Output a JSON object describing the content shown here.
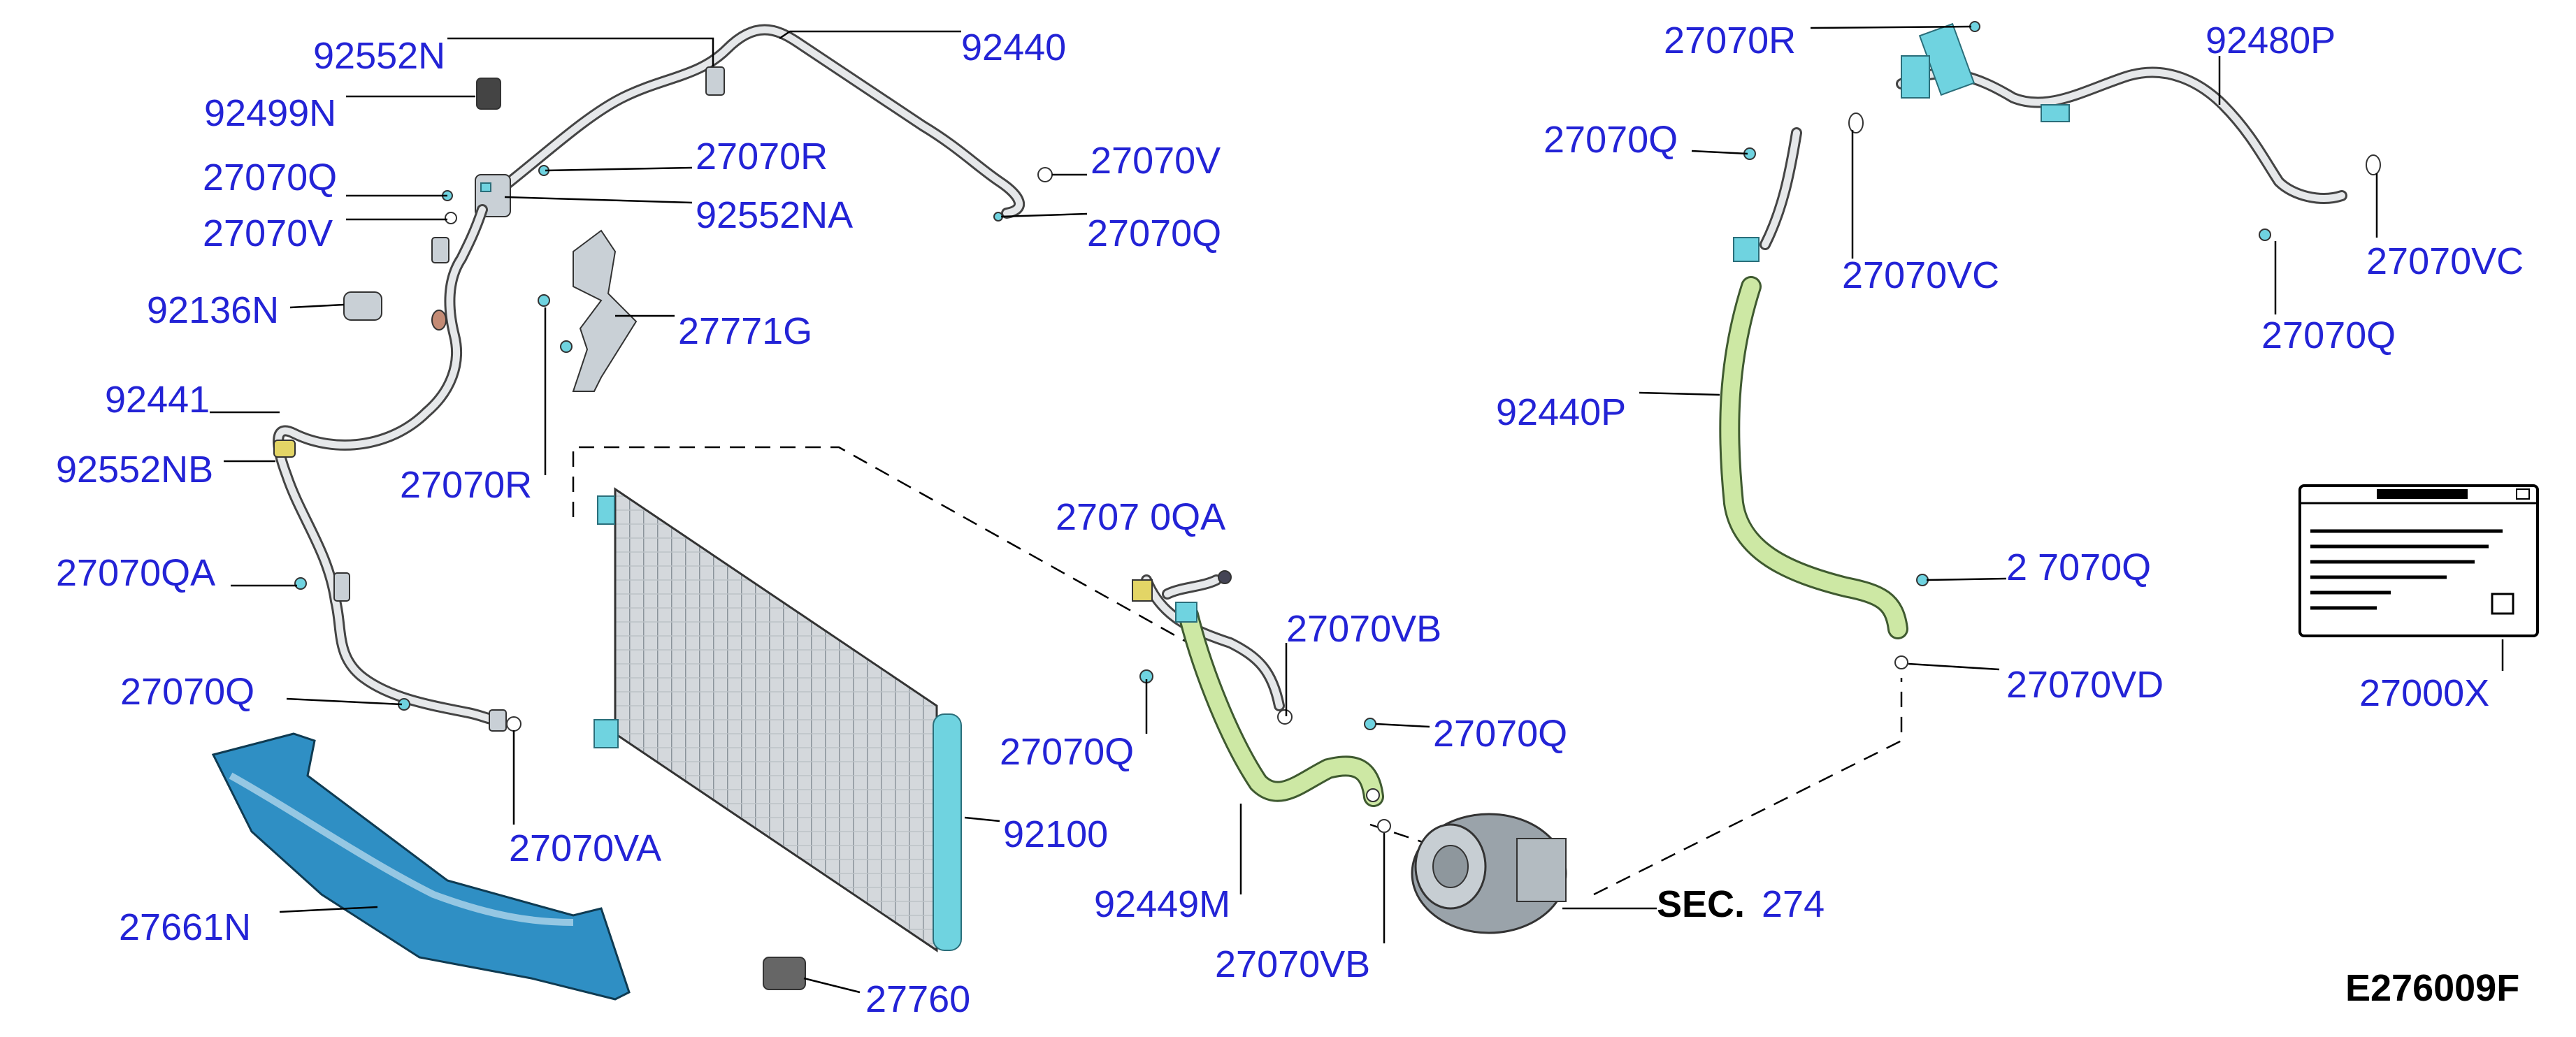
{
  "diagram": {
    "ref_code": "E276009F",
    "sec_prefix": "SEC.",
    "sec_number": "274",
    "labels": {
      "l_92552N": "92552N",
      "l_92440": "92440",
      "l_92499N": "92499N",
      "l_27070R_a": "27070R",
      "l_27070Q_a": "27070Q",
      "l_27070V_a": "27070V",
      "l_92552NA": "92552NA",
      "l_27070V_b": "27070V",
      "l_27070Q_b": "27070Q",
      "l_92136N": "92136N",
      "l_27771G": "27771G",
      "l_92441": "92441",
      "l_92552NB": "92552NB",
      "l_27070R_b": "27070R",
      "l_27070QA": "27070QA",
      "l_27070Q_c": "27070Q",
      "l_27070VA": "27070VA",
      "l_27661N": "27661N",
      "l_27760": "27760",
      "l_92100": "92100",
      "l_27070QA_b": "2707 0QA",
      "l_27070VB_a": "27070VB",
      "l_27070Q_d": "27070Q",
      "l_27070Q_e": "27070Q",
      "l_92449M": "92449M",
      "l_27070VB_b": "27070VB",
      "l_27070R_c": "27070R",
      "l_92480P": "92480P",
      "l_27070Q_f": "27070Q",
      "l_27070VC_a": "27070VC",
      "l_27070VC_b": "27070VC",
      "l_27070Q_g": "27070Q",
      "l_92440P": "92440P",
      "l_27070Q_h": "2 7070Q",
      "l_27070VD": "27070VD",
      "l_27000X": "27000X"
    }
  },
  "colors": {
    "label_blue": "#2323d6",
    "hose_green": "#cde8a4",
    "accent_cyan": "#6fd3e0"
  }
}
